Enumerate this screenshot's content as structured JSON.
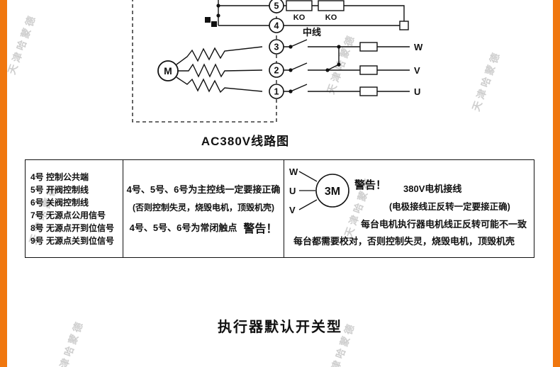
{
  "page": {
    "accent_color": "#f0770f",
    "watermark_text": "天津哈蒙德",
    "bottom_title": "执行器默认开关型"
  },
  "diagram": {
    "title": "AC380V线路图",
    "motor_label": "M",
    "neutral_label": "中线",
    "relay_labels": [
      "KO",
      "KO"
    ],
    "terminals": [
      "5",
      "4",
      "3",
      "2",
      "1"
    ],
    "phase_labels": [
      "W",
      "V",
      "U"
    ]
  },
  "table": {
    "terminal_notes": [
      "4号 控制公共端",
      "5号 开阀控制线",
      "6号 关阀控制线",
      "7号 无源点公用信号",
      "8号 无源点开到位信号",
      "9号 无源点关到位信号"
    ],
    "control_note": {
      "line1": "4号、5号、6号为主控线一定要接正确",
      "line2": "(否则控制失灵，烧毁电机，顶毁机壳)",
      "line3": "4号、5号、6号为常闭触点",
      "warning": "警告！"
    },
    "motor_note": {
      "motor_label": "3M",
      "phases": [
        "W",
        "U",
        "V"
      ],
      "warning": "警告！",
      "line1": "380V电机接线",
      "line2": "(电极接线正反转一定要接正确)",
      "line3": "每台电机执行器电机线正反转可能不一致",
      "line4": "每台都需要校对，否则控制失灵，烧毁电机，顶毁机壳"
    }
  }
}
